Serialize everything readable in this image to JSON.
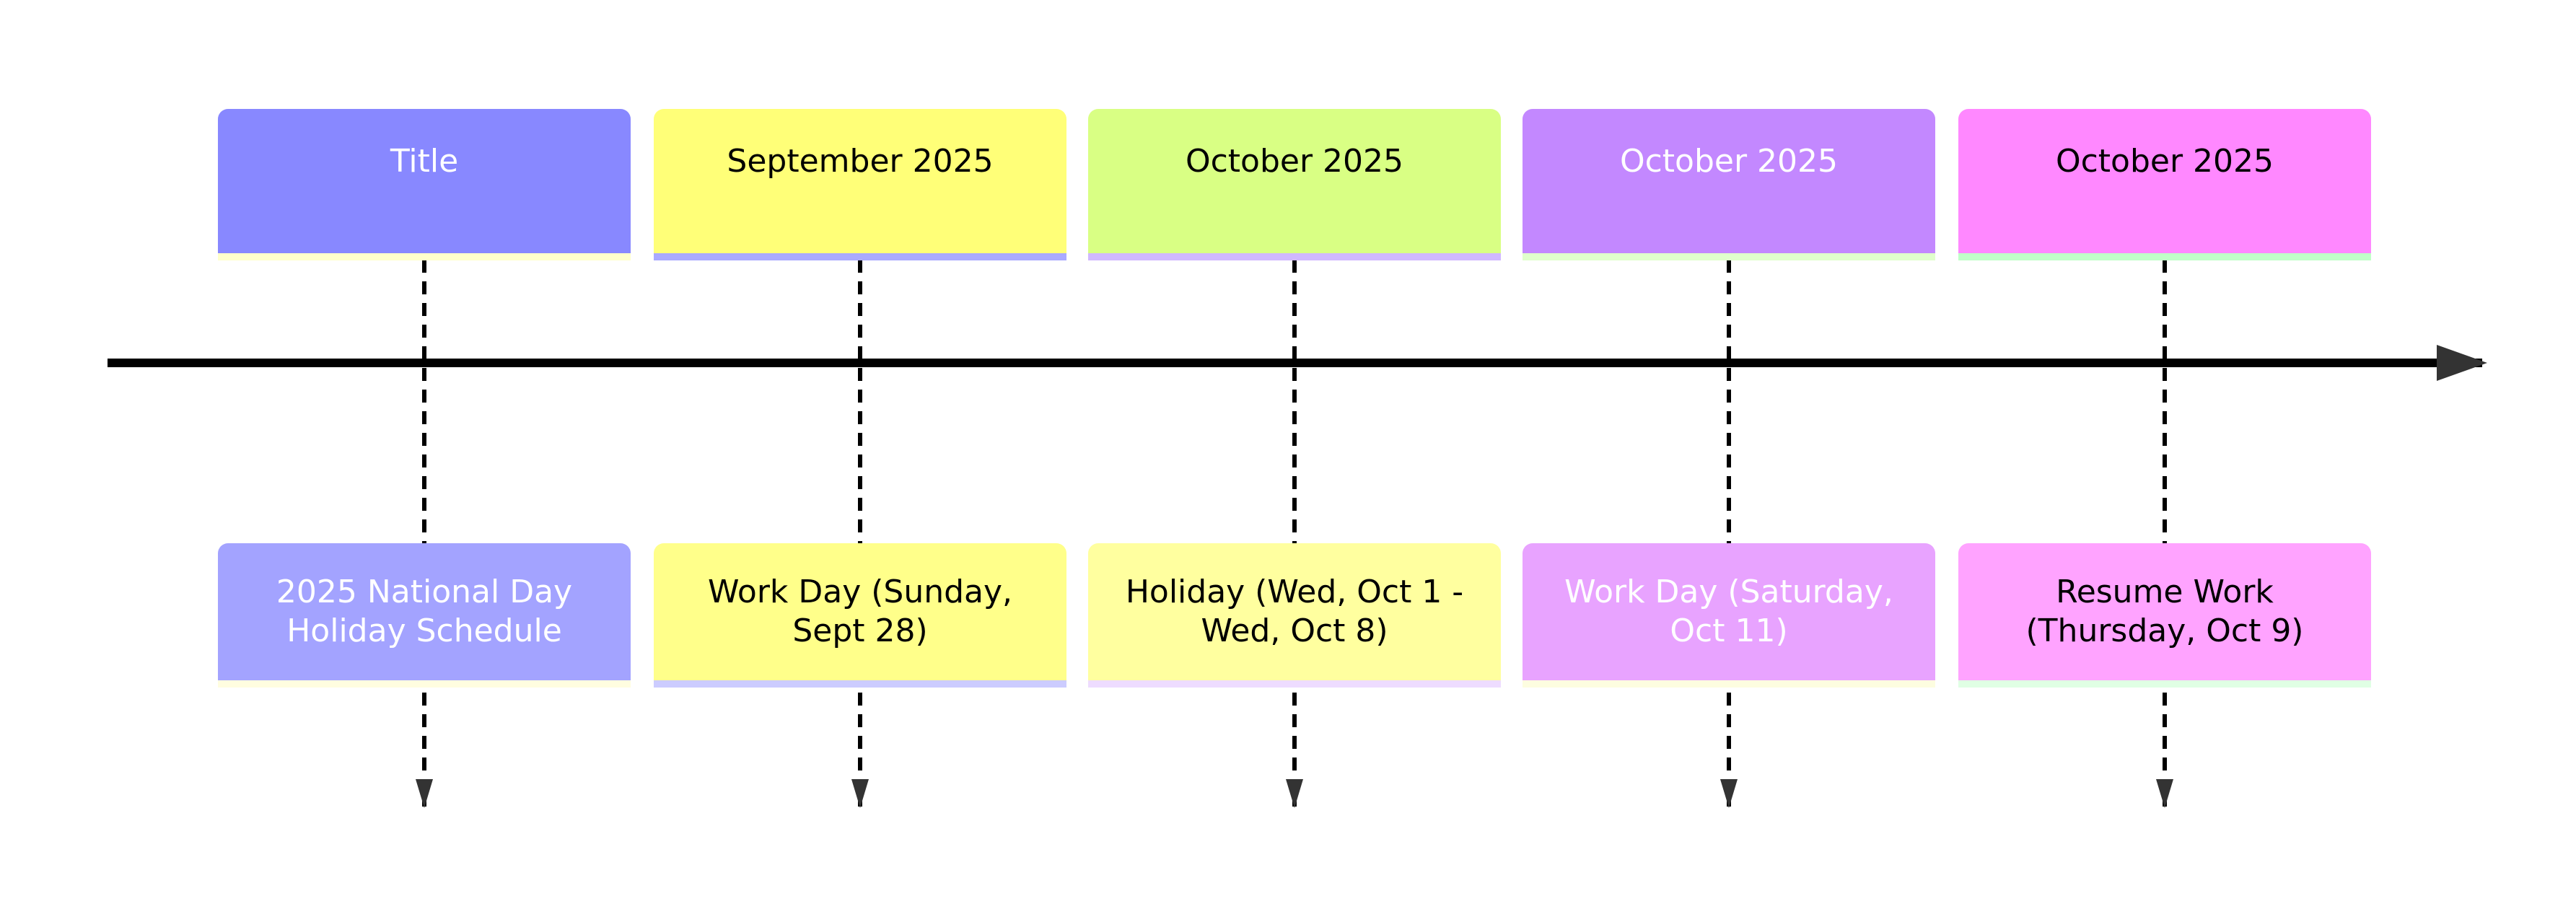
{
  "timeline": {
    "columns": [
      {
        "section": "Title",
        "event": "2025 National Day Holiday Schedule",
        "section_color": "#8888ff",
        "section_strip": "#ffffcc",
        "event_color": "#a3a3ff",
        "event_strip": "#fffde0",
        "text_color": "#ffffff"
      },
      {
        "section": "September 2025",
        "event": "Work Day (Sunday, Sept 28)",
        "section_color": "#ffff78",
        "section_strip": "#aaaaff",
        "event_color": "#ffff8a",
        "event_strip": "#ccccff",
        "text_color": "#000000"
      },
      {
        "section": "October 2025",
        "event": "Holiday (Wed, Oct 1 - Wed, Oct 8)",
        "section_color": "#d9ff84",
        "section_strip": "#d0b8ff",
        "event_color": "#ffff9f",
        "event_strip": "#eedcff",
        "text_color": "#000000"
      },
      {
        "section": "October 2025",
        "event": "Work Day (Saturday, Oct 11)",
        "section_color": "#c388ff",
        "section_strip": "#e0ffcc",
        "event_color": "#e8a3ff",
        "event_strip": "#fdfde0",
        "text_color": "#ffffff"
      },
      {
        "section": "October 2025",
        "event": "Resume Work (Thursday, Oct 9)",
        "section_color": "#ff88ff",
        "section_strip": "#c0ffc8",
        "event_color": "#ffa3ff",
        "event_strip": "#e0ffe4",
        "text_color": "#000000"
      }
    ]
  }
}
